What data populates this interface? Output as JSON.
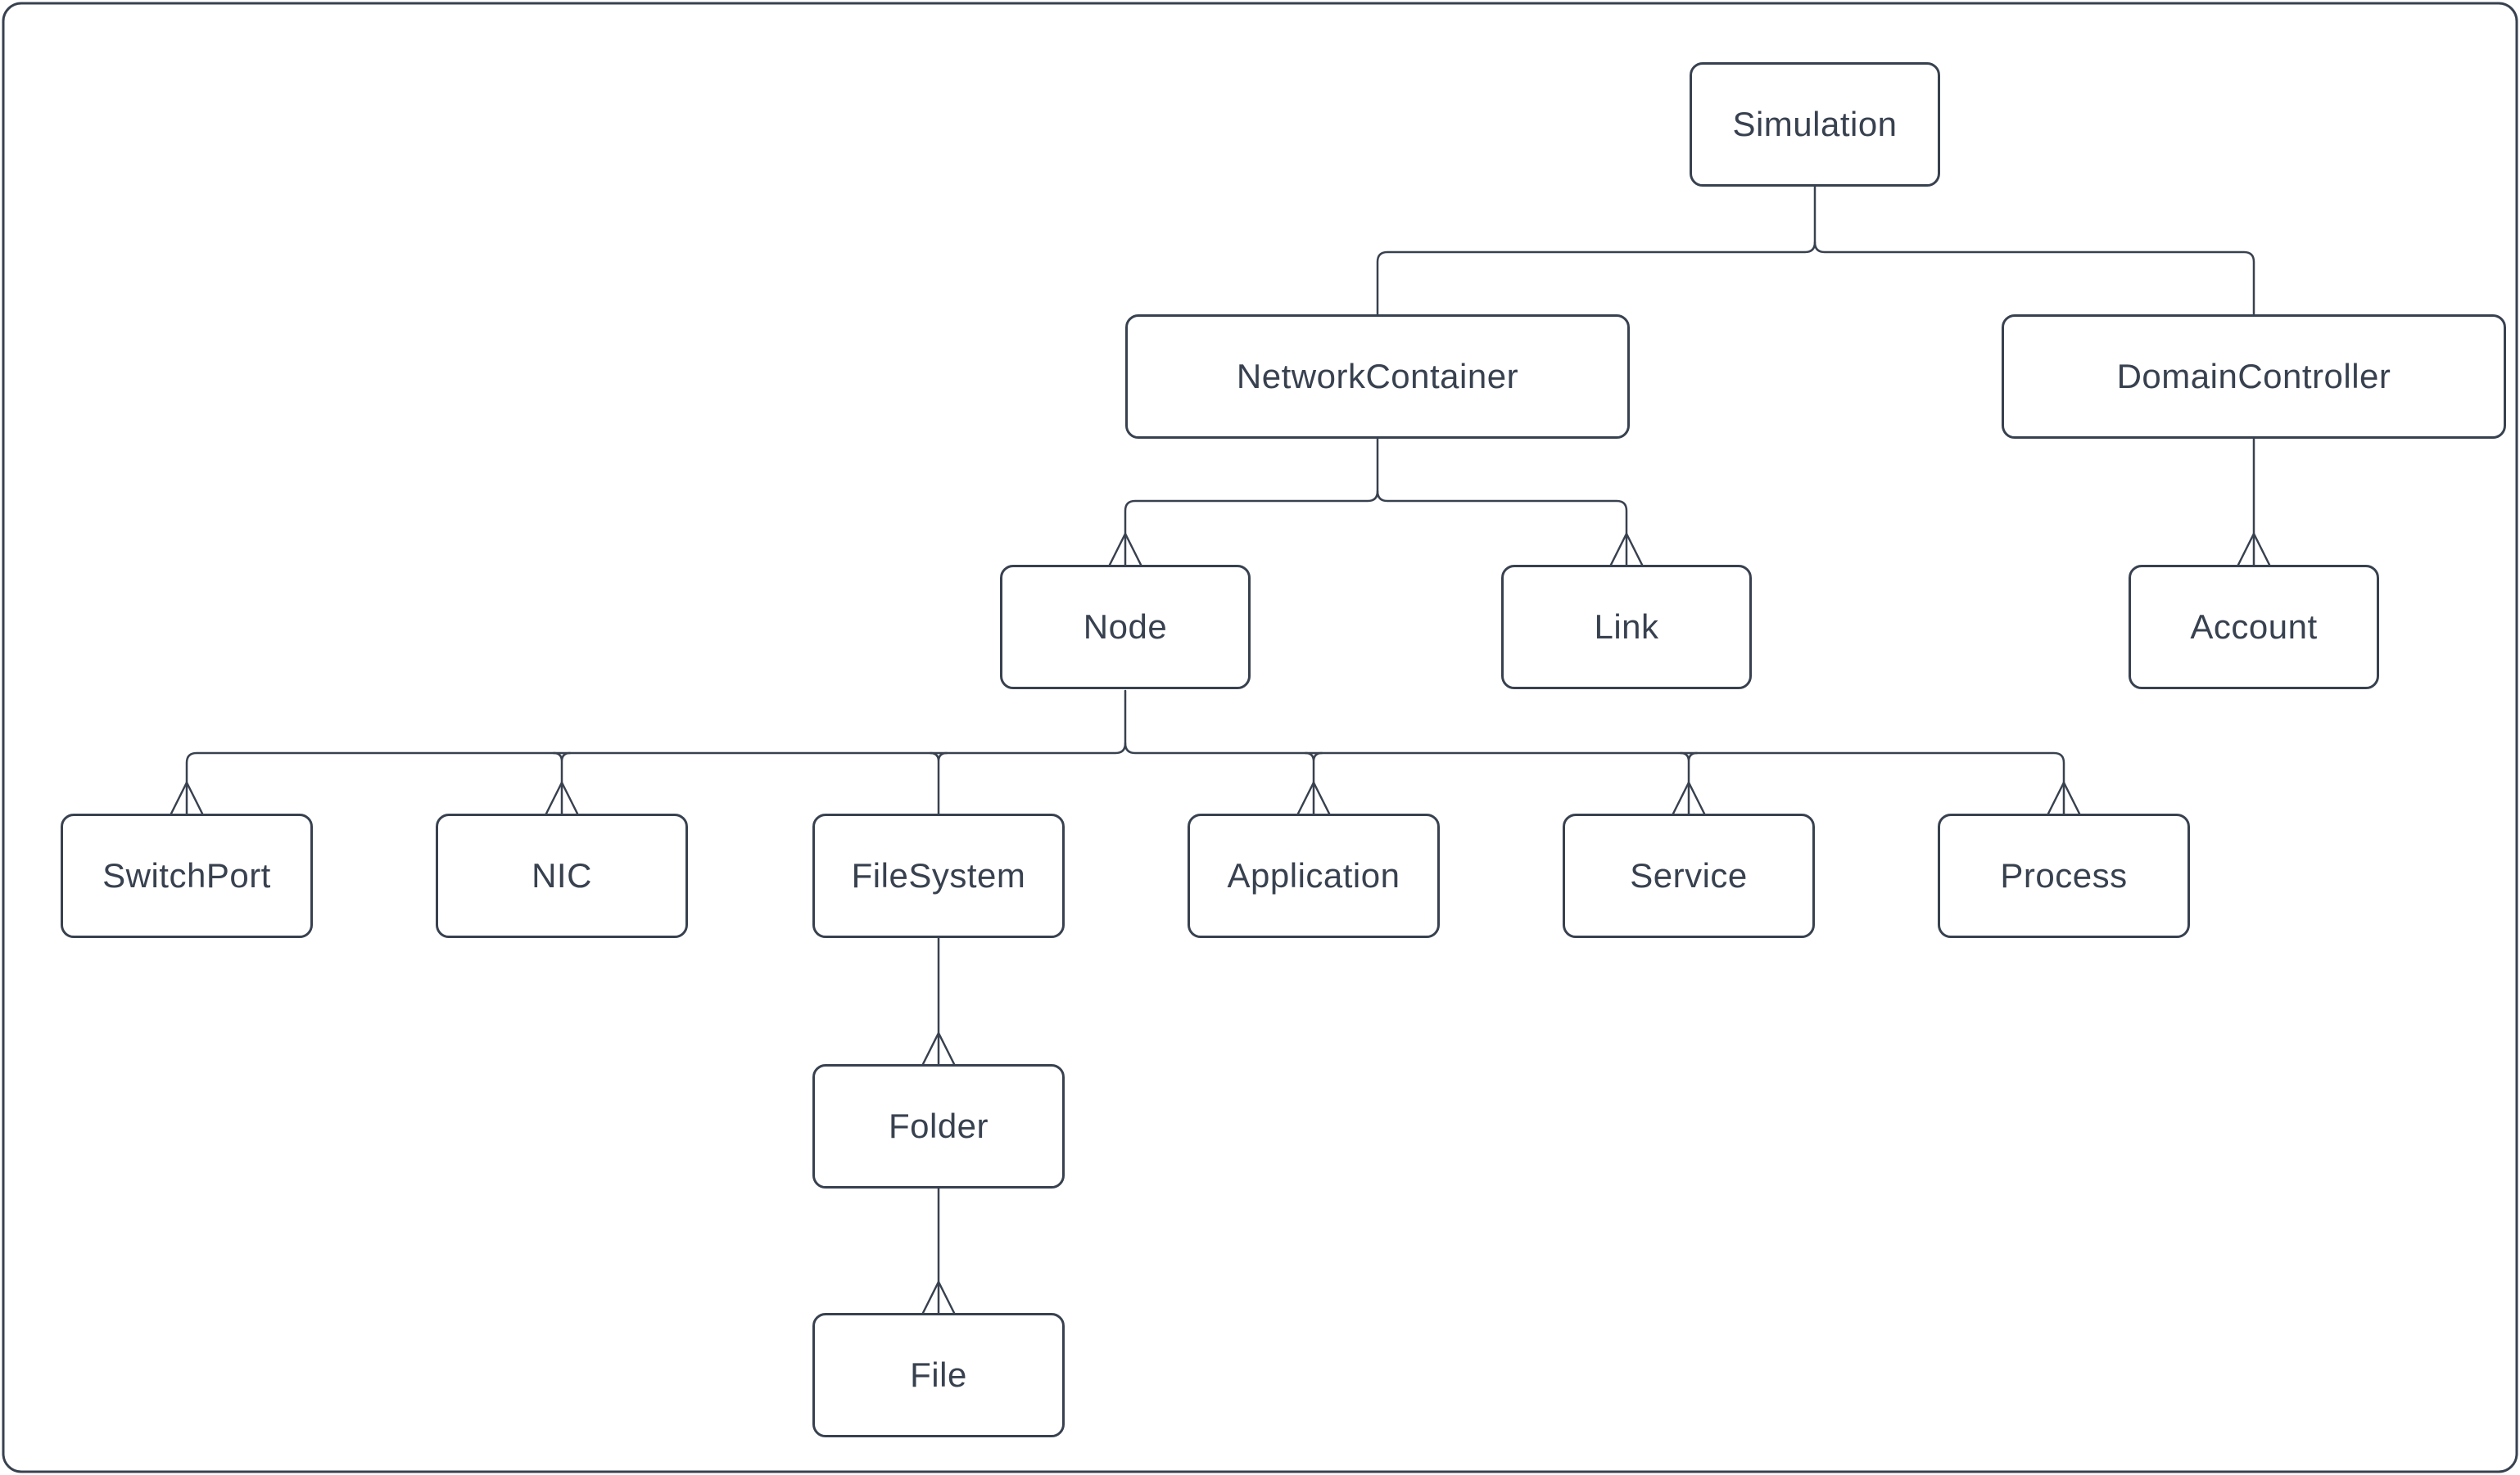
{
  "diagram": {
    "type": "hierarchy-tree",
    "canvas": {
      "background": "#ffffff",
      "border_color": "#38414f"
    },
    "style": {
      "stroke_color": "#38414f",
      "text_color": "#38414f",
      "node_fill": "#ffffff",
      "arrowhead_style": "open-fork-up"
    },
    "nodes": [
      {
        "id": "simulation",
        "label": "Simulation"
      },
      {
        "id": "network-container",
        "label": "NetworkContainer"
      },
      {
        "id": "domain-controller",
        "label": "DomainController"
      },
      {
        "id": "node",
        "label": "Node"
      },
      {
        "id": "link",
        "label": "Link"
      },
      {
        "id": "account",
        "label": "Account"
      },
      {
        "id": "switch-port",
        "label": "SwitchPort"
      },
      {
        "id": "nic",
        "label": "NIC"
      },
      {
        "id": "file-system",
        "label": "FileSystem"
      },
      {
        "id": "application",
        "label": "Application"
      },
      {
        "id": "service",
        "label": "Service"
      },
      {
        "id": "process",
        "label": "Process"
      },
      {
        "id": "folder",
        "label": "Folder"
      },
      {
        "id": "file",
        "label": "File"
      }
    ],
    "edges": [
      {
        "from": "Simulation",
        "to": "NetworkContainer",
        "arrowhead": false
      },
      {
        "from": "Simulation",
        "to": "DomainController",
        "arrowhead": false
      },
      {
        "from": "NetworkContainer",
        "to": "Node",
        "arrowhead": true
      },
      {
        "from": "NetworkContainer",
        "to": "Link",
        "arrowhead": true
      },
      {
        "from": "DomainController",
        "to": "Account",
        "arrowhead": true
      },
      {
        "from": "Node",
        "to": "SwitchPort",
        "arrowhead": true
      },
      {
        "from": "Node",
        "to": "NIC",
        "arrowhead": true
      },
      {
        "from": "Node",
        "to": "FileSystem",
        "arrowhead": false
      },
      {
        "from": "Node",
        "to": "Application",
        "arrowhead": true
      },
      {
        "from": "Node",
        "to": "Service",
        "arrowhead": true
      },
      {
        "from": "Node",
        "to": "Process",
        "arrowhead": true
      },
      {
        "from": "FileSystem",
        "to": "Folder",
        "arrowhead": true
      },
      {
        "from": "Folder",
        "to": "File",
        "arrowhead": true
      }
    ]
  }
}
